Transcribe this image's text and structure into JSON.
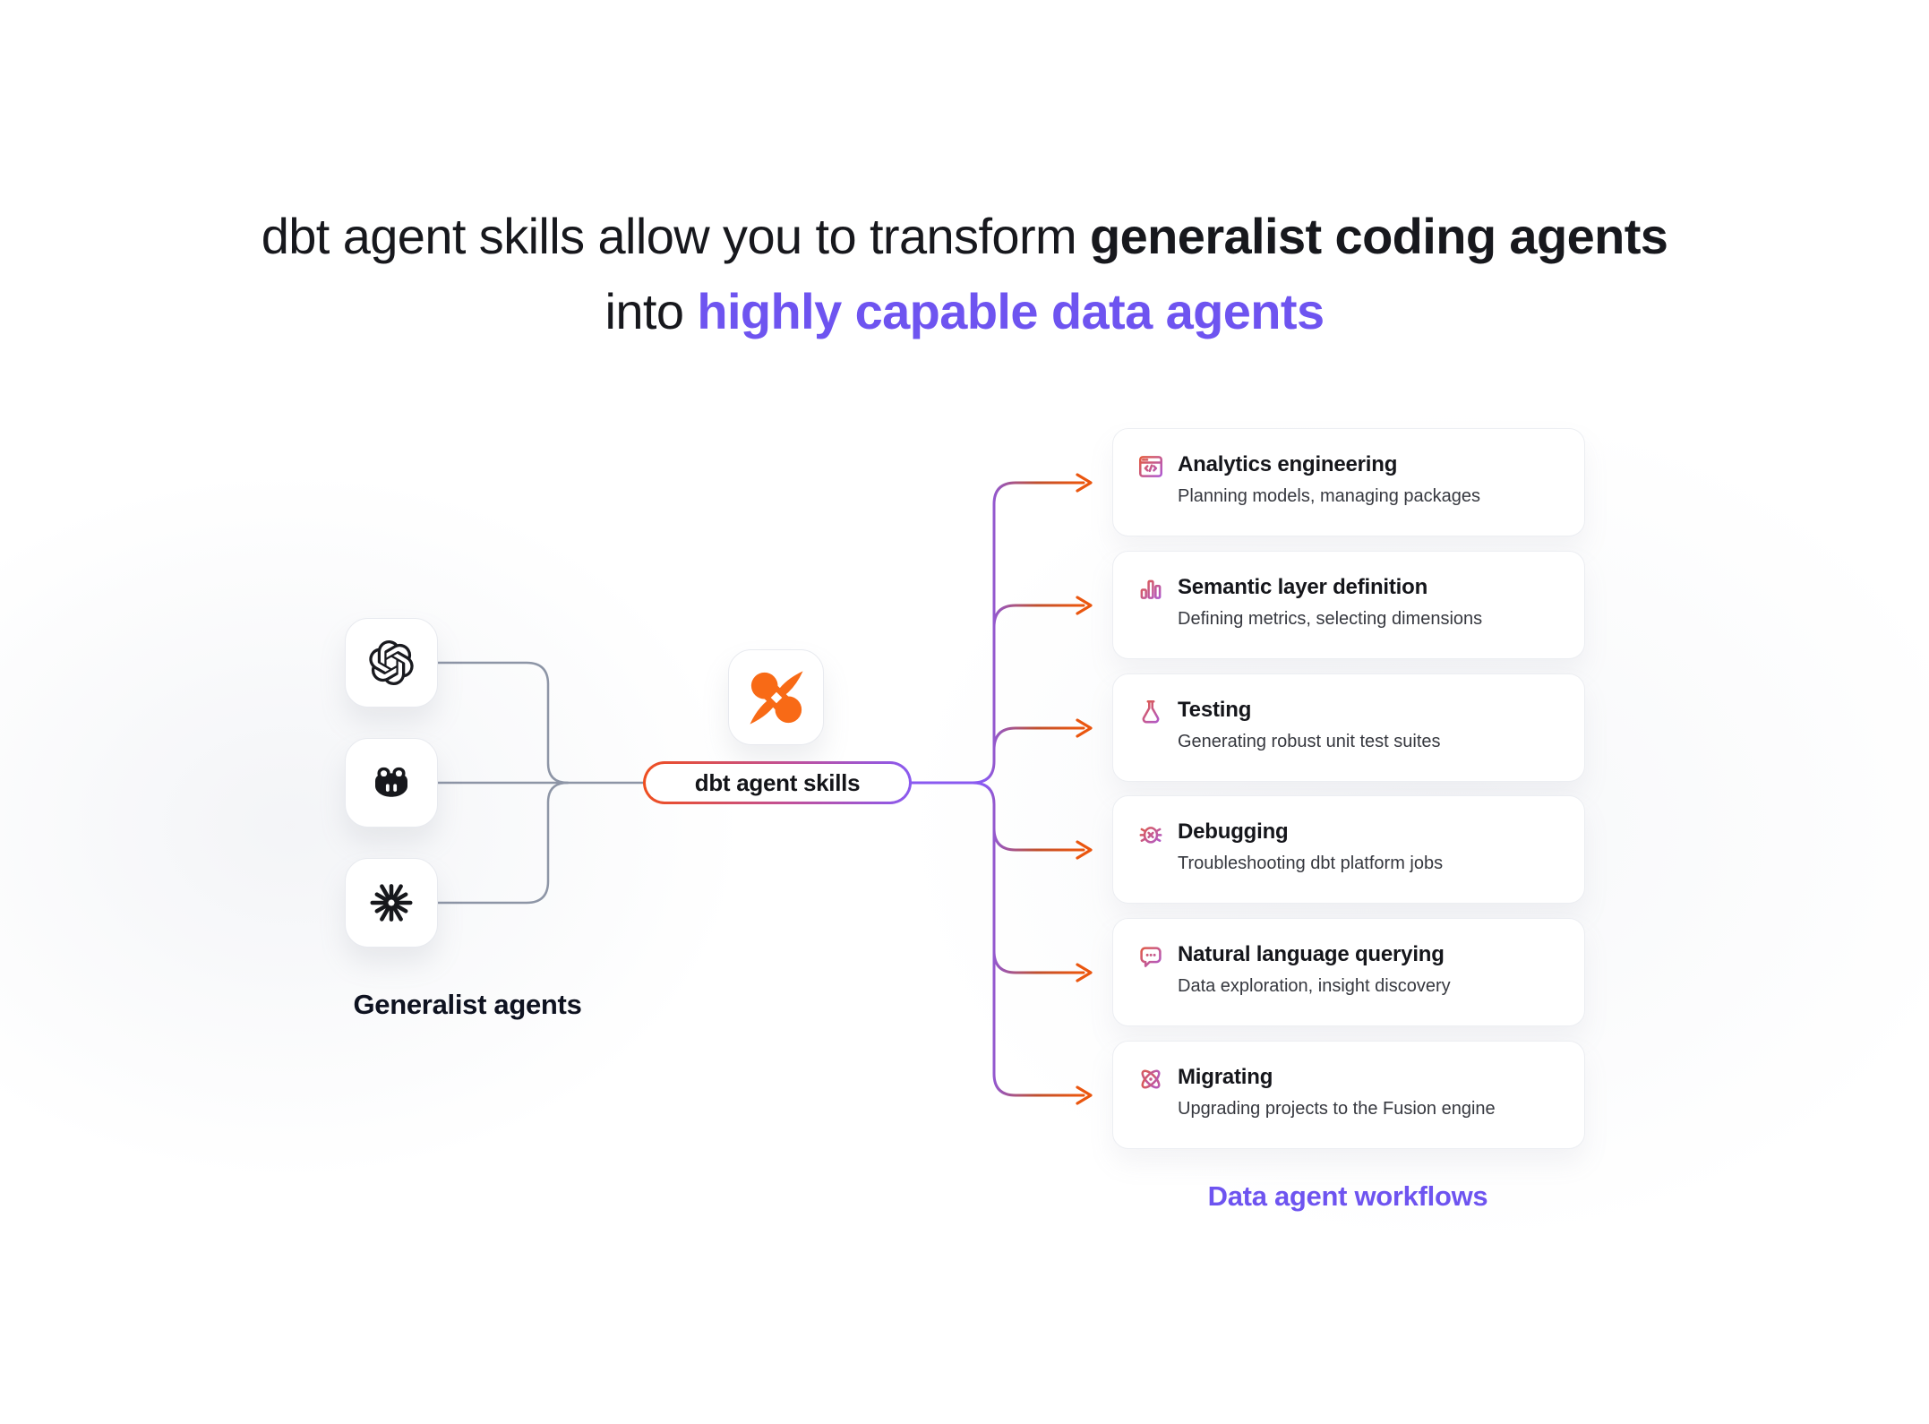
{
  "title": {
    "line1_normal": "dbt agent skills allow you to transform ",
    "line1_bold": "generalist coding agents",
    "line2_normal": "into ",
    "line2_highlight": "highly capable data agents"
  },
  "generalist": {
    "label": "Generalist agents",
    "agents": [
      {
        "icon": "openai-logo-icon",
        "name": "OpenAI"
      },
      {
        "icon": "github-copilot-logo-icon",
        "name": "GitHub Copilot"
      },
      {
        "icon": "claude-logo-icon",
        "name": "Claude"
      }
    ]
  },
  "hub": {
    "logo_icon": "dbt-logo-icon",
    "pill_label": "dbt agent skills"
  },
  "workflows": {
    "label": "Data agent workflows",
    "cards": [
      {
        "icon": "code-window-icon",
        "title": "Analytics engineering",
        "subtitle": "Planning models, managing packages"
      },
      {
        "icon": "bar-chart-icon",
        "title": "Semantic layer definition",
        "subtitle": "Defining metrics, selecting dimensions"
      },
      {
        "icon": "flask-icon",
        "title": "Testing",
        "subtitle": "Generating robust unit test suites"
      },
      {
        "icon": "bug-icon",
        "title": "Debugging",
        "subtitle": "Troubleshooting dbt platform jobs"
      },
      {
        "icon": "chat-bubble-icon",
        "title": "Natural language querying",
        "subtitle": "Data exploration, insight discovery"
      },
      {
        "icon": "atom-icon",
        "title": "Migrating",
        "subtitle": "Upgrading projects to the Fusion engine"
      }
    ]
  },
  "colors": {
    "accent_purple": "#6e54f0",
    "accent_orange": "#ea560f",
    "dbt_orange": "#f86a16",
    "connector_gray": "#8d95a6",
    "icon_gradient_start": "#ee5a1f",
    "icon_gradient_end": "#a259f2"
  }
}
